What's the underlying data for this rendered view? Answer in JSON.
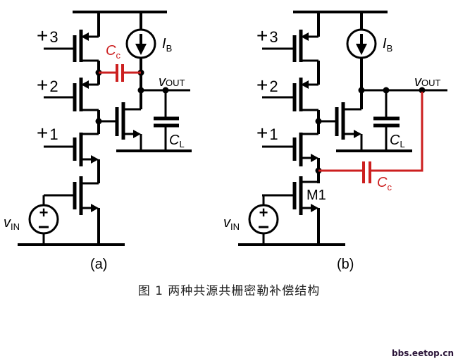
{
  "caption": "图 1  两种共源共栅密勒补偿结构",
  "watermark": "bbs.eetop.cn",
  "colors": {
    "wire": "#000000",
    "compensation": "#cc1f1f"
  },
  "circuits": [
    {
      "id": "a",
      "sublabel": "(a)",
      "bias_labels": [
        "+3",
        "+2",
        "+1"
      ],
      "current_source": {
        "label": "I",
        "sub": "B"
      },
      "output": {
        "label": "v",
        "sub": "OUT"
      },
      "load_cap": {
        "label": "C",
        "sub": "L"
      },
      "comp_cap": {
        "label": "C",
        "sub": "c"
      },
      "input": {
        "label": "v",
        "sub": "IN"
      }
    },
    {
      "id": "b",
      "sublabel": "(b)",
      "bias_labels": [
        "+3",
        "+2",
        "+1"
      ],
      "current_source": {
        "label": "I",
        "sub": "B"
      },
      "output": {
        "label": "v",
        "sub": "OUT"
      },
      "load_cap": {
        "label": "C",
        "sub": "L"
      },
      "comp_cap": {
        "label": "C",
        "sub": "c"
      },
      "input": {
        "label": "v",
        "sub": "IN"
      },
      "transistor_label": "M1"
    }
  ]
}
